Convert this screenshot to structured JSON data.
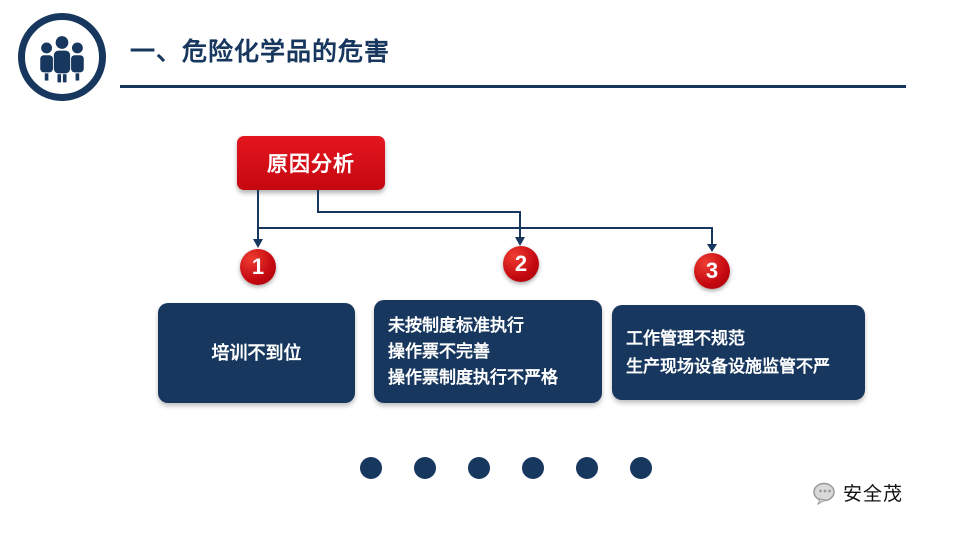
{
  "header": {
    "title": "一、危险化学品的危害"
  },
  "diagram": {
    "root": {
      "label": "原因分析"
    },
    "branches": [
      {
        "number": "1",
        "lines": [
          "培训不到位"
        ]
      },
      {
        "number": "2",
        "lines": [
          "未按制度标准执行",
          "操作票不完善",
          "操作票制度执行不严格"
        ]
      },
      {
        "number": "3",
        "lines": [
          "工作管理不规范",
          "生产现场设备设施监管不严"
        ]
      }
    ],
    "dots_count": 6
  },
  "footer": {
    "watermark": "安全茂"
  },
  "colors": {
    "navy": "#17375e",
    "red": "#d9001b",
    "white": "#ffffff"
  }
}
